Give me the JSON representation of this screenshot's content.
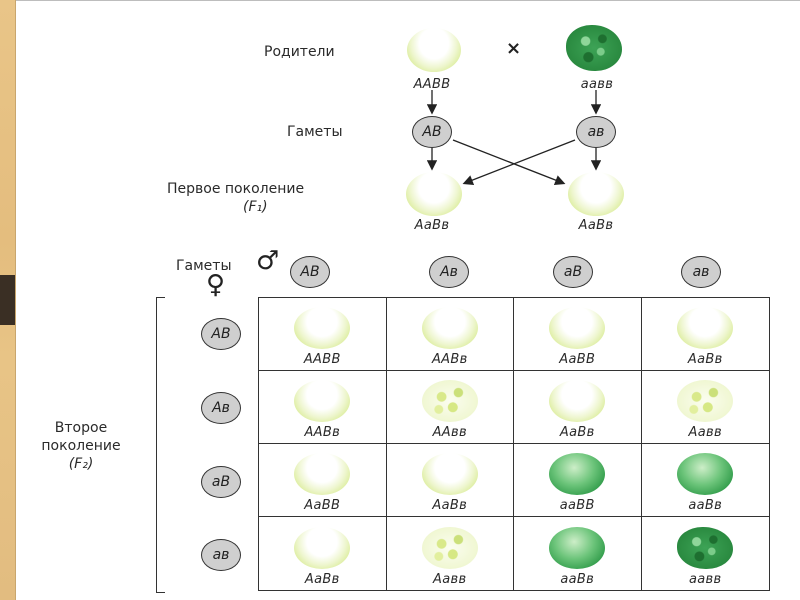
{
  "labels": {
    "parents": "Родители",
    "gametes": "Гаметы",
    "f1_line1": "Первое поколение",
    "f1_line2": "(F₁)",
    "gametes_f2": "Гаметы",
    "f2_line1": "Второе",
    "f2_line2": "поколение",
    "f2_line3": "(F₂)",
    "cross_symbol": "×",
    "male_symbol": "♂",
    "female_symbol": "♀"
  },
  "parents": [
    {
      "genotype": "AABB",
      "phenotype": "yellow-smooth"
    },
    {
      "genotype": "aaвв",
      "phenotype": "green-wrinkled"
    }
  ],
  "parent_gametes": [
    "AB",
    "aв"
  ],
  "f1": [
    {
      "genotype": "AaBв",
      "phenotype": "yellow-smooth"
    },
    {
      "genotype": "AaBв",
      "phenotype": "yellow-smooth"
    }
  ],
  "male_gametes": [
    "AB",
    "Aв",
    "aB",
    "aв"
  ],
  "female_gametes": [
    "AB",
    "Aв",
    "aB",
    "aв"
  ],
  "punnett": [
    [
      {
        "genotype": "AABB",
        "phenotype": "yellow-smooth"
      },
      {
        "genotype": "AABв",
        "phenotype": "yellow-smooth"
      },
      {
        "genotype": "AaBB",
        "phenotype": "yellow-smooth"
      },
      {
        "genotype": "AaBв",
        "phenotype": "yellow-smooth"
      }
    ],
    [
      {
        "genotype": "AABв",
        "phenotype": "yellow-smooth"
      },
      {
        "genotype": "AAвв",
        "phenotype": "yellow-wrinkled"
      },
      {
        "genotype": "AaBв",
        "phenotype": "yellow-smooth"
      },
      {
        "genotype": "Aaвв",
        "phenotype": "yellow-wrinkled"
      }
    ],
    [
      {
        "genotype": "AaBB",
        "phenotype": "yellow-smooth"
      },
      {
        "genotype": "AaBв",
        "phenotype": "yellow-smooth"
      },
      {
        "genotype": "aaBB",
        "phenotype": "green-smooth"
      },
      {
        "genotype": "aaBв",
        "phenotype": "green-smooth"
      }
    ],
    [
      {
        "genotype": "AaBв",
        "phenotype": "yellow-smooth"
      },
      {
        "genotype": "Aaвв",
        "phenotype": "yellow-wrinkled"
      },
      {
        "genotype": "aaBв",
        "phenotype": "green-smooth"
      },
      {
        "genotype": "aaвв",
        "phenotype": "green-wrinkled"
      }
    ]
  ]
}
